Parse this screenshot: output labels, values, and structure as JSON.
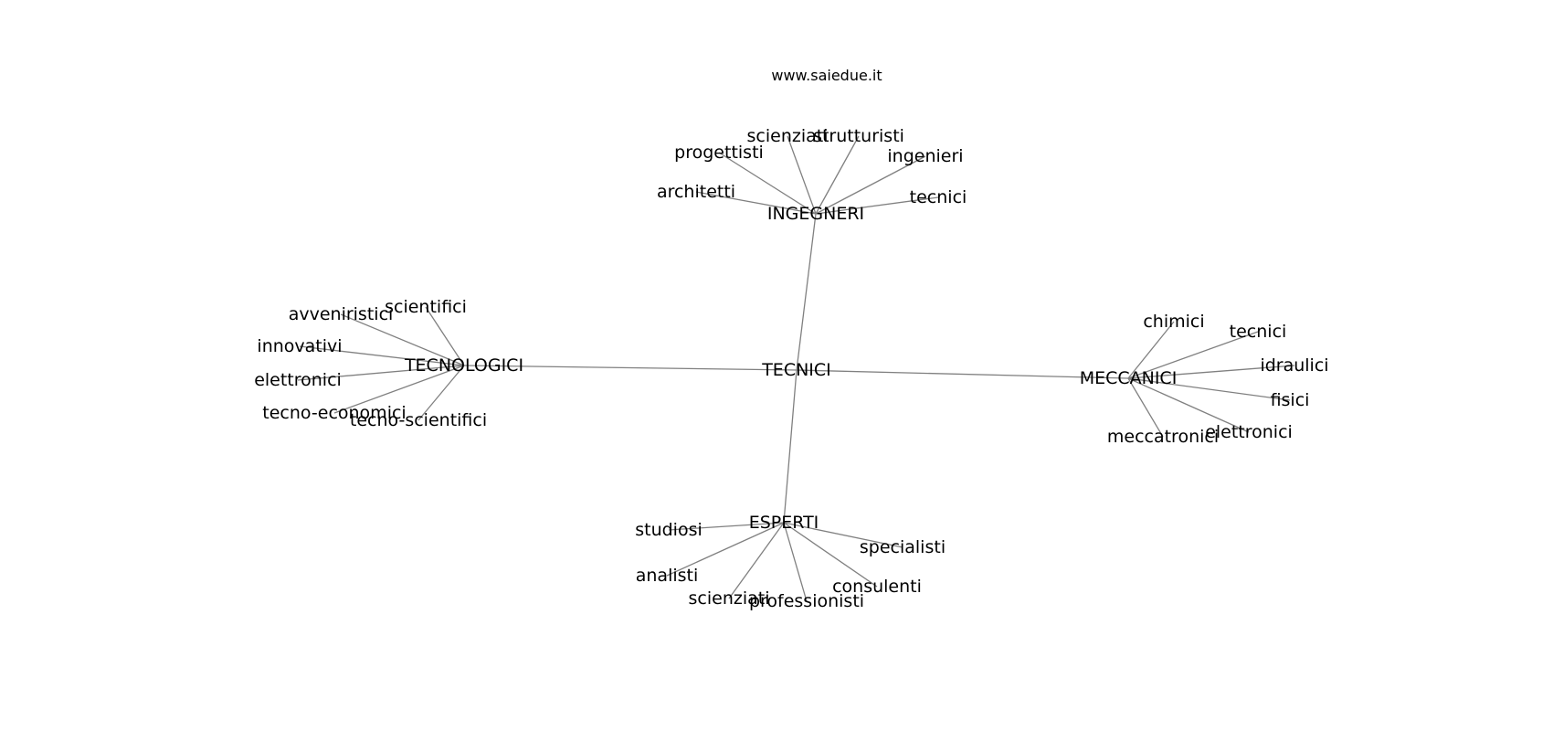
{
  "watermark": "www.saiedue.it",
  "colors": {
    "edge": "#808080",
    "text": "#000000",
    "background": "#ffffff"
  },
  "graph": {
    "center": "TECNICI",
    "hubs": [
      {
        "id": "ingegneri",
        "label": "INGEGNERI",
        "leaves": [
          "scienziati",
          "strutturisti",
          "progettisti",
          "ingenieri",
          "architetti",
          "tecnici"
        ]
      },
      {
        "id": "tecnologici",
        "label": "TECNOLOGICI",
        "leaves": [
          "avveniristici",
          "scientifici",
          "innovativi",
          "elettronici",
          "tecno-economici",
          "tecno-scientifici"
        ]
      },
      {
        "id": "meccanici",
        "label": "MECCANICI",
        "leaves": [
          "chimici",
          "tecnici",
          "idraulici",
          "fisici",
          "elettronici",
          "meccatronici"
        ]
      },
      {
        "id": "esperti",
        "label": "ESPERTI",
        "leaves": [
          "studiosi",
          "specialisti",
          "analisti",
          "consulenti",
          "scienziati",
          "professionisti"
        ]
      }
    ]
  }
}
